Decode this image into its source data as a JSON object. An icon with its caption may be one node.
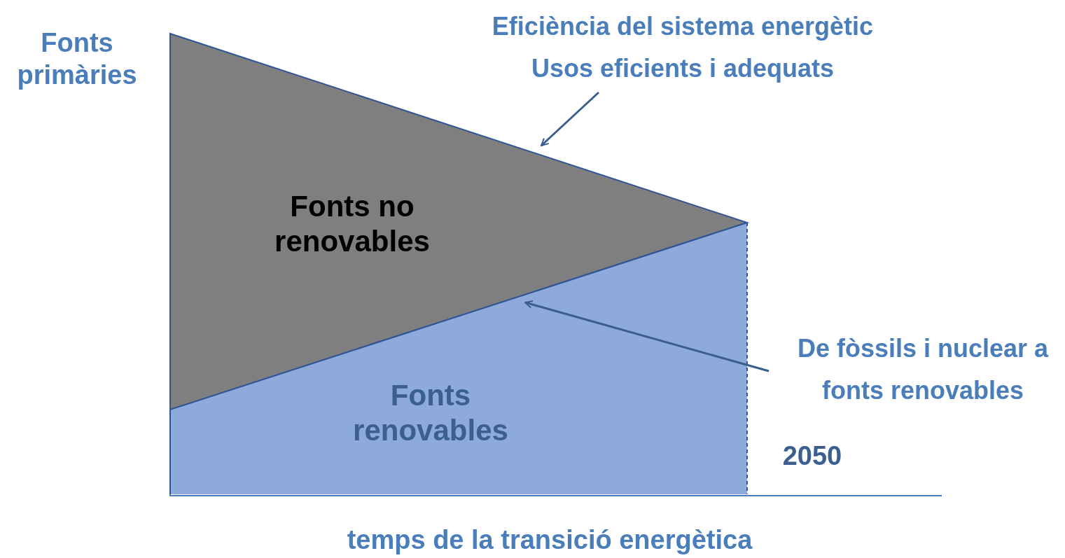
{
  "diagram": {
    "nodes": [
      {
        "text": [
          "Fonts no renovables"
        ]
      },
      {
        "text": [
          "Fonts renovables"
        ]
      },
      {
        "text": [
          "Eficiència del sistema energètic",
          "Usos eficients i adequats"
        ]
      },
      {
        "text": [
          "De fòssils i nuclear a fonts renovables"
        ]
      }
    ],
    "edges": [
      {
        "from": 2,
        "to": 0,
        "arrow": "to"
      },
      {
        "from": 3,
        "to": 1,
        "arrow": "to"
      }
    ],
    "labels": [
      "Fonts primàries",
      "2050",
      "temps de la transició energètica"
    ]
  }
}
